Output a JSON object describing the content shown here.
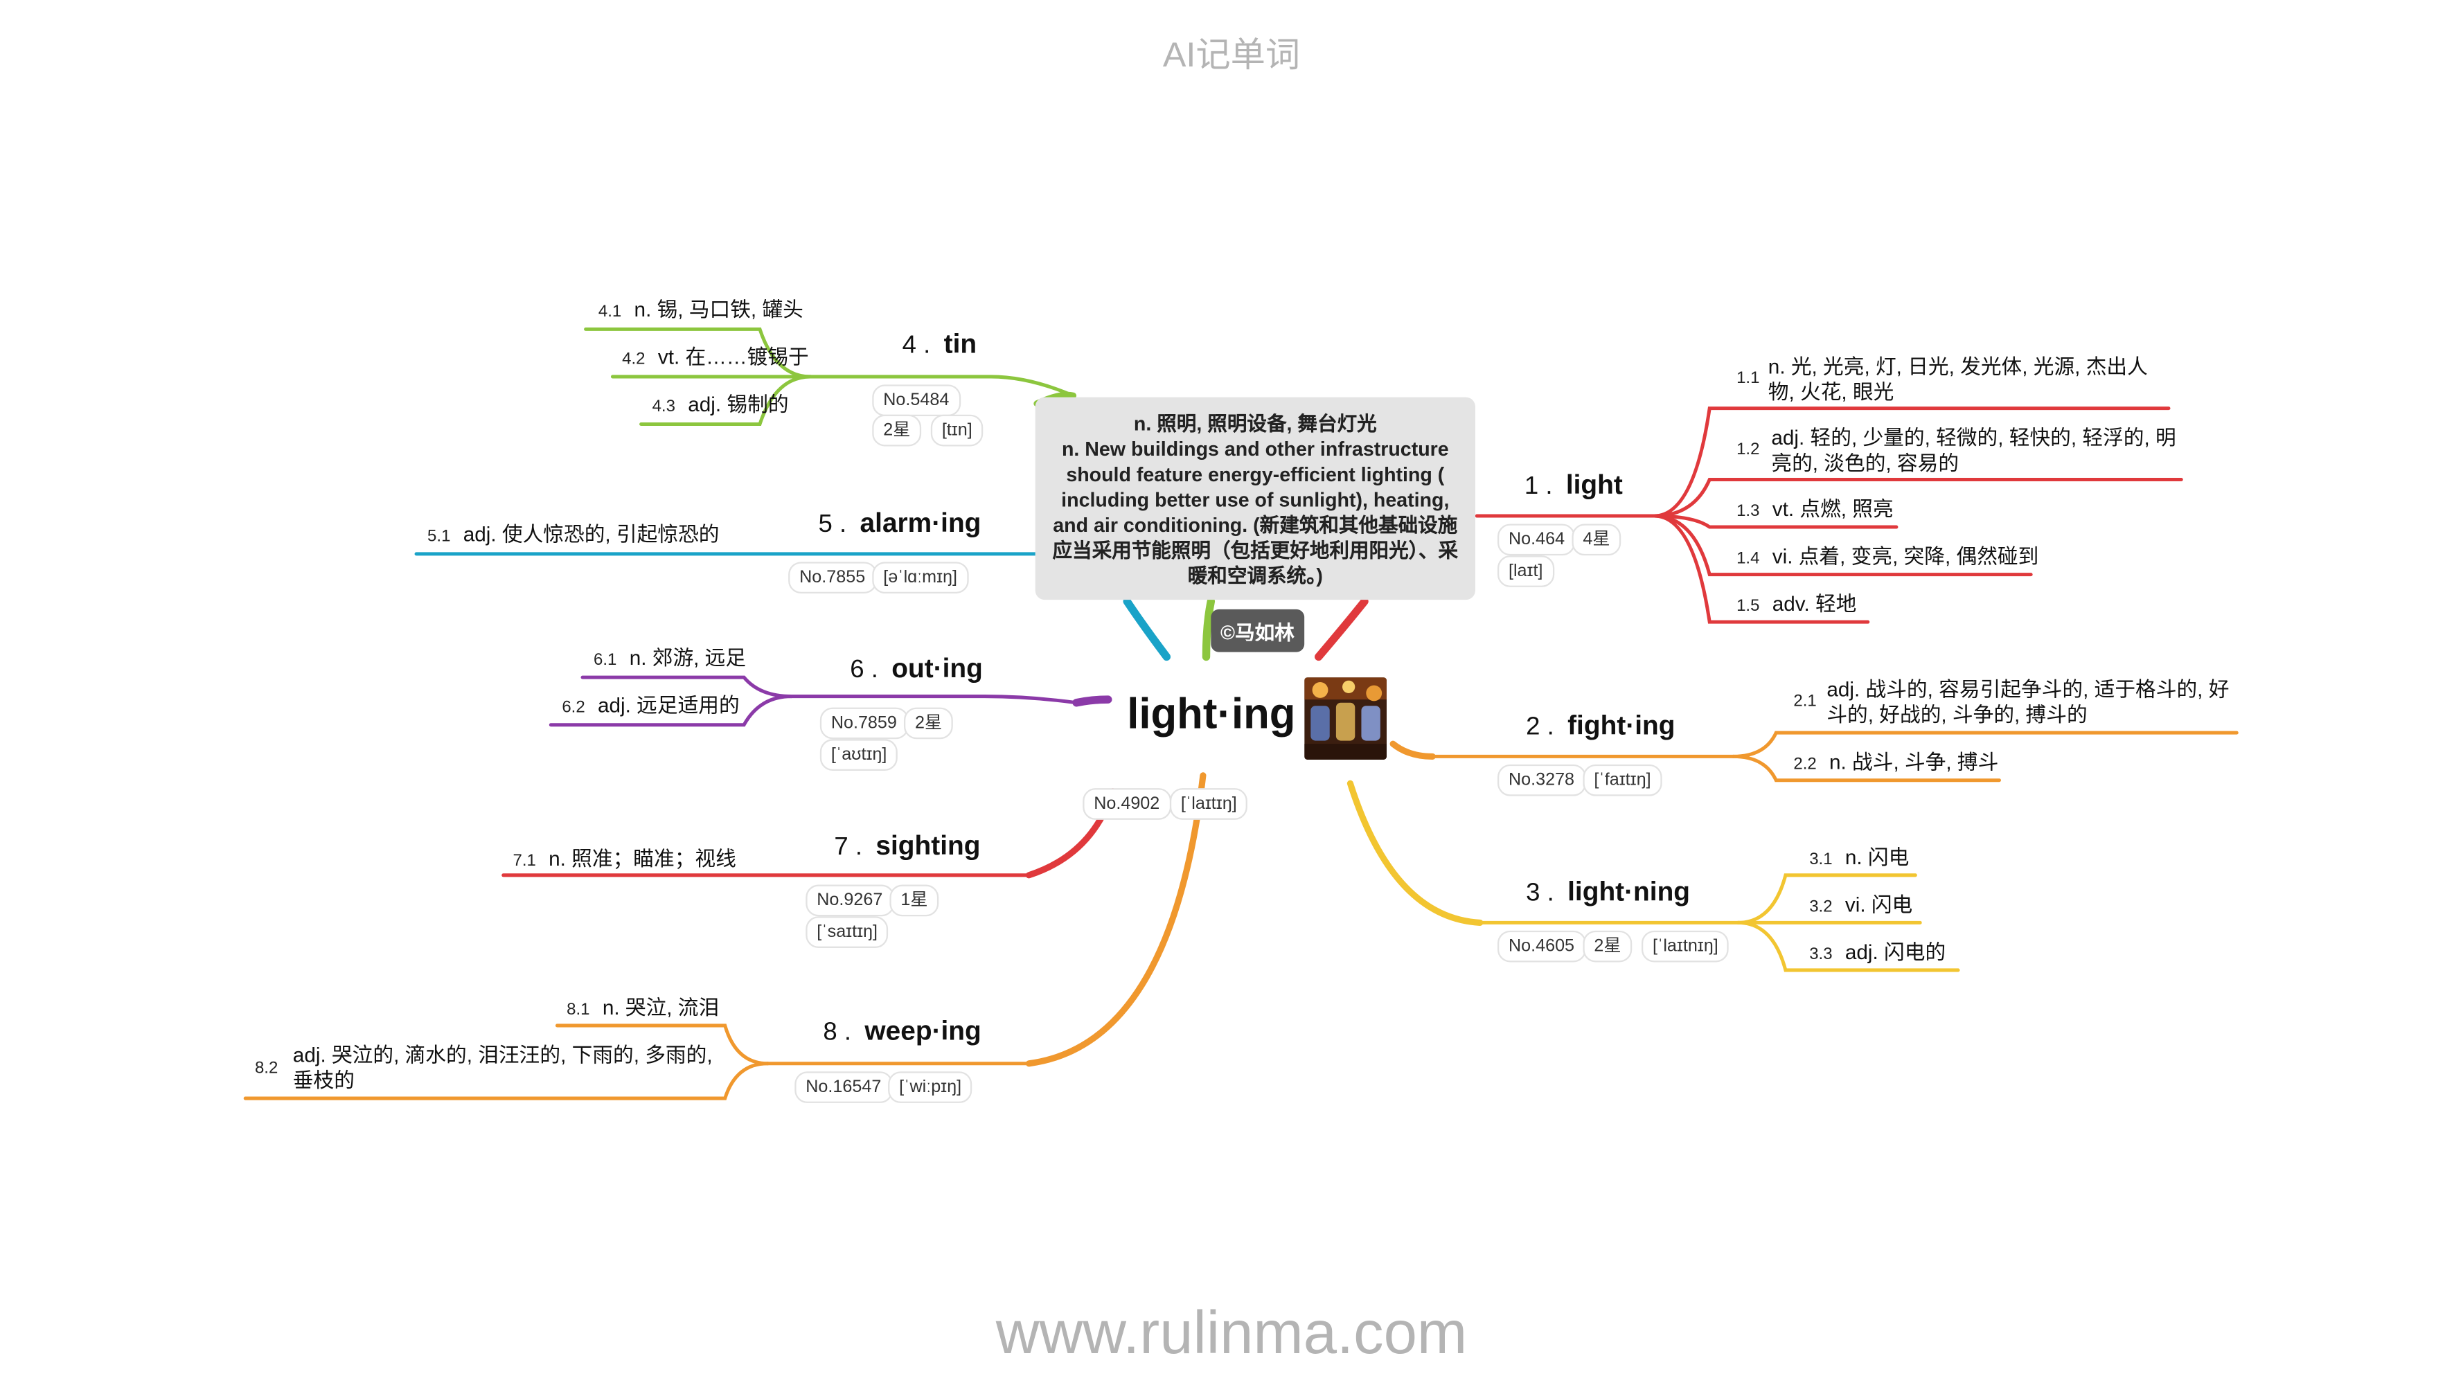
{
  "header": {
    "title": "AI记单词"
  },
  "footer": {
    "url": "www.rulinma.com"
  },
  "center": {
    "word": "light·ing",
    "no": "No.4902",
    "ipa": "[ˈlaɪtɪŋ]"
  },
  "popup": {
    "line1": "n. 照明, 照明设备, 舞台灯光",
    "line2": "n. New buildings and other infrastructure should feature energy-efficient lighting ( including better use of sunlight), heating, and air conditioning. (新建筑和其他基础设施应当采用节能照明（包括更好地利用阳光）、采暖和空调系统。)"
  },
  "copyright": "©马如林",
  "branches": [
    {
      "num": "1 .",
      "word": "light",
      "color": "#e0393c",
      "chips": [
        "No.464",
        "4星",
        "[laɪt]"
      ],
      "subs": [
        {
          "n": "1.1",
          "t": "n. 光, 光亮, 灯, 日光, 发光体, 光源, 杰出人物, 火花, 眼光"
        },
        {
          "n": "1.2",
          "t": "adj. 轻的, 少量的, 轻微的, 轻快的, 轻浮的, 明亮的, 淡色的, 容易的"
        },
        {
          "n": "1.3",
          "t": "vt. 点燃, 照亮"
        },
        {
          "n": "1.4",
          "t": "vi. 点着, 变亮, 突降, 偶然碰到"
        },
        {
          "n": "1.5",
          "t": "adv. 轻地"
        }
      ]
    },
    {
      "num": "2 .",
      "word": "fight·ing",
      "color": "#f0982e",
      "chips": [
        "No.3278",
        "[ˈfaɪtɪŋ]"
      ],
      "subs": [
        {
          "n": "2.1",
          "t": "adj. 战斗的, 容易引起争斗的, 适于格斗的, 好斗的, 好战的, 斗争的, 搏斗的"
        },
        {
          "n": "2.2",
          "t": "n. 战斗, 斗争, 搏斗"
        }
      ]
    },
    {
      "num": "3 .",
      "word": "light·ning",
      "color": "#f2c531",
      "chips": [
        "No.4605",
        "2星",
        "[ˈlaɪtnɪŋ]"
      ],
      "subs": [
        {
          "n": "3.1",
          "t": "n. 闪电"
        },
        {
          "n": "3.2",
          "t": "vi. 闪电"
        },
        {
          "n": "3.3",
          "t": "adj. 闪电的"
        }
      ]
    },
    {
      "num": "4 .",
      "word": "tin",
      "color": "#8cc63e",
      "chips": [
        "No.5484",
        "2星",
        "[tɪn]"
      ],
      "subs": [
        {
          "n": "4.1",
          "t": "n. 锡, 马口铁, 罐头"
        },
        {
          "n": "4.2",
          "t": "vt. 在……镀锡于"
        },
        {
          "n": "4.3",
          "t": "adj. 锡制的"
        }
      ]
    },
    {
      "num": "5 .",
      "word": "alarm·ing",
      "color": "#1aa3c8",
      "chips": [
        "No.7855",
        "[əˈlɑːmɪŋ]"
      ],
      "subs": [
        {
          "n": "5.1",
          "t": "adj. 使人惊恐的, 引起惊恐的"
        }
      ]
    },
    {
      "num": "6 .",
      "word": "out·ing",
      "color": "#8b3aa8",
      "chips": [
        "No.7859",
        "2星",
        "[ˈaʊtɪŋ]"
      ],
      "subs": [
        {
          "n": "6.1",
          "t": "n. 郊游, 远足"
        },
        {
          "n": "6.2",
          "t": "adj. 远足适用的"
        }
      ]
    },
    {
      "num": "7 .",
      "word": "sighting",
      "color": "#e0393c",
      "chips": [
        "No.9267",
        "1星",
        "[ˈsaɪtɪŋ]"
      ],
      "subs": [
        {
          "n": "7.1",
          "t": "n. 照准；瞄准；视线"
        }
      ]
    },
    {
      "num": "8 .",
      "word": "weep·ing",
      "color": "#f0982e",
      "chips": [
        "No.16547",
        "[ˈwiːpɪŋ]"
      ],
      "subs": [
        {
          "n": "8.1",
          "t": "n. 哭泣, 流泪"
        },
        {
          "n": "8.2",
          "t": "adj. 哭泣的, 滴水的, 泪汪汪的, 下雨的, 多雨的, 垂枝的"
        }
      ]
    }
  ]
}
